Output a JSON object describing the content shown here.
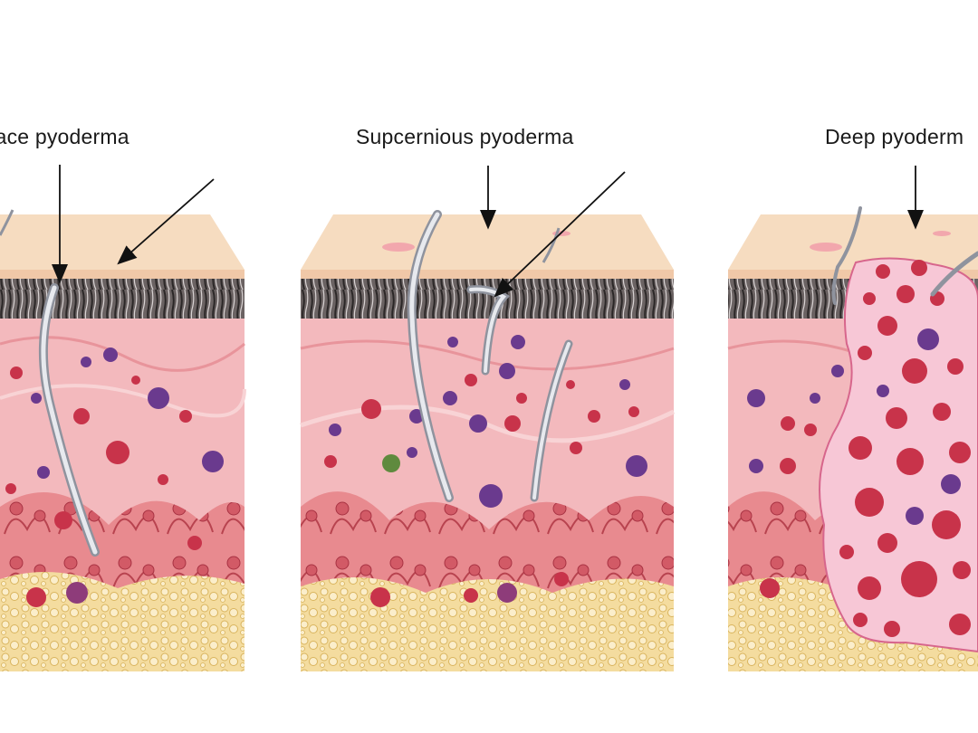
{
  "figure": {
    "panels": [
      {
        "id": "superficial",
        "label": "face pyoderma"
      },
      {
        "id": "subcutaneous",
        "label": "Supcernious pyoderma"
      },
      {
        "id": "deep",
        "label": "Deep pyoderm"
      }
    ]
  },
  "colors": {
    "epidermis": "#f6dcc0",
    "hair_band": "#4a4545",
    "dermis": "#f3b9bd",
    "dermis_dark": "#e8949b",
    "papillae": "#e67a7f",
    "fat": "#f2d79a",
    "cell_red": "#c8334a",
    "cell_purple": "#6a3a8e",
    "abscess": "#f7c7d6",
    "hair": "#c9ccd4",
    "arrow": "#111111"
  }
}
